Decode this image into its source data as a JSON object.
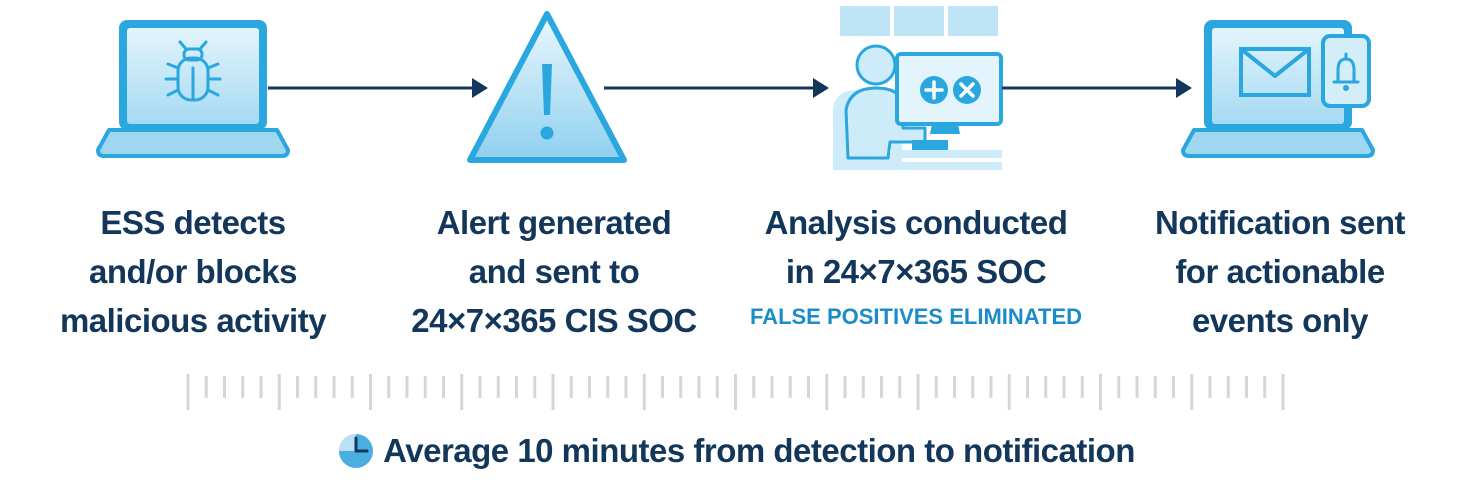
{
  "steps": [
    {
      "icon": "laptop-bug-icon",
      "lines": [
        "ESS detects",
        "and/or blocks",
        "malicious activity"
      ]
    },
    {
      "icon": "warning-triangle-icon",
      "lines": [
        "Alert generated",
        "and sent to",
        "24×7×365 CIS SOC"
      ]
    },
    {
      "icon": "analyst-workstation-icon",
      "lines": [
        "Analysis conducted",
        "in 24×7×365 SOC"
      ],
      "note": "FALSE POSITIVES ELIMINATED"
    },
    {
      "icon": "laptop-mail-notification-icon",
      "lines": [
        "Notification sent",
        "for actionable",
        "events only"
      ]
    }
  ],
  "footer": {
    "icon": "clock-icon",
    "text": "Average 10 minutes from detection to notification"
  },
  "colors": {
    "navy": "#13375a",
    "accent": "#1c8cc9",
    "icon_fill": "#b7e1f5",
    "icon_stroke": "#29a7de",
    "tick": "#d6d6d6"
  }
}
